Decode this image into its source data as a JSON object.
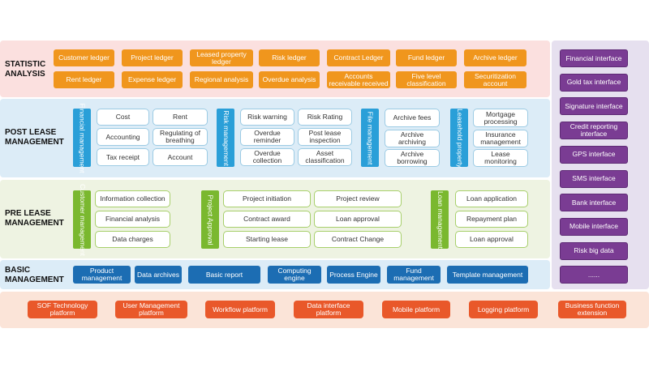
{
  "statistic": {
    "title": "STATISTIC ANALYSIS",
    "row1": [
      "Customer ledger",
      "Project ledger",
      "Leased property ledger",
      "Risk ledger",
      "Contract Ledger",
      "Fund ledger",
      "Archive ledger"
    ],
    "row2": [
      "Rent ledger",
      "Expense ledger",
      "Regional analysis",
      "Overdue analysis",
      "Accounts receivable received",
      "Five level classification",
      "Securitization account"
    ]
  },
  "post_lease": {
    "title": "POST LEASE MANAGEMENT",
    "groups": [
      {
        "tab": "Financial management",
        "items": [
          "Cost",
          "Rent",
          "Accounting",
          "Regulating of breathing",
          "Tax receipt",
          "Account"
        ]
      },
      {
        "tab": "Risk management",
        "items": [
          "Risk warning",
          "Risk Rating",
          "Overdue reminder",
          "Post lease inspection",
          "Overdue collection",
          "Asset classification"
        ]
      },
      {
        "tab": "File management",
        "items": [
          "Archive fees",
          "Archive archiving",
          "Archive borrowing"
        ]
      },
      {
        "tab": "Leasehold property",
        "items": [
          "Mortgage processing",
          "Insurance management",
          "Lease monitoring"
        ]
      }
    ]
  },
  "pre_lease": {
    "title": "PRE LEASE MANAGEMENT",
    "groups": [
      {
        "tab": "Customer management",
        "items": [
          "Information collection",
          "Financial analysis",
          "Data charges"
        ]
      },
      {
        "tab": "Project Approval",
        "items": [
          "Project initiation",
          "Project review",
          "Contract award",
          "Loan approval",
          "Starting lease",
          "Contract Change"
        ]
      },
      {
        "tab": "Loan management",
        "items": [
          "Loan application",
          "Repayment plan",
          "Loan approval"
        ]
      }
    ]
  },
  "basic": {
    "title": "BASIC MANAGEMENT",
    "items": [
      "Product management",
      "Data archives",
      "Basic report",
      "Computing engine",
      "Process Engine",
      "Fund management",
      "Template management"
    ]
  },
  "platform": {
    "items": [
      "SOF Technology platform",
      "User Management platform",
      "Workflow platform",
      "Data interface platform",
      "Mobile platform",
      "Logging platform",
      "Business function extension"
    ]
  },
  "interfaces": {
    "items": [
      "Financial interface",
      "Gold tax interface",
      "Signature interface",
      "Credit reporting interface",
      "GPS interface",
      "SMS interface",
      "Bank interface",
      "Mobile interface",
      "Risk big data",
      "......"
    ]
  },
  "colors": {
    "statistic_band": "#fbe0df",
    "post_band": "#dcecf7",
    "pre_band": "#eef3e2",
    "basic_band": "#dcecf7",
    "platform_band": "#fbe4d8",
    "interface_band": "#e6e0ef",
    "orange": "#f0961d",
    "red": "#e9582a",
    "blue": "#1c6db3",
    "purple": "#7a3c93",
    "tab_blue": "#2a9fd8",
    "tab_green": "#7ab82f"
  }
}
